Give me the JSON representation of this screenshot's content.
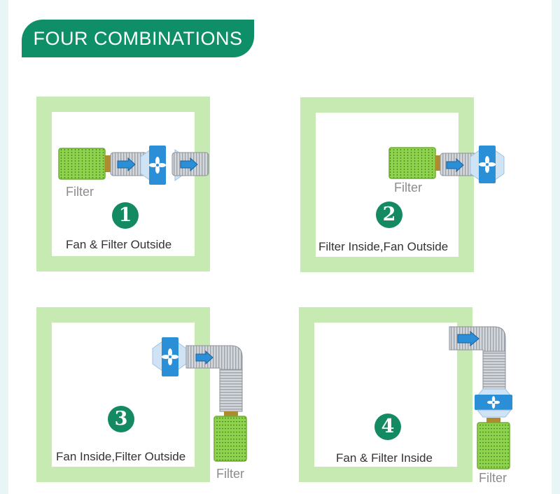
{
  "banner": {
    "title": "FOUR COMBINATIONS"
  },
  "colors": {
    "brand": "#0e8f67",
    "panel_border": "#c7eab2",
    "fan": "#2a8fd6",
    "filter": "#8fd24c"
  },
  "combinations": [
    {
      "number": "1",
      "caption": "Fan & Filter Outside",
      "filter_label": "Filter"
    },
    {
      "number": "2",
      "caption": "Filter Inside,Fan Outside",
      "filter_label": "Filter"
    },
    {
      "number": "3",
      "caption": "Fan Inside,Filter Outside",
      "filter_label": "Filter"
    },
    {
      "number": "4",
      "caption": "Fan & Filter Inside",
      "filter_label": "Filter"
    }
  ],
  "icons": [
    "fan-icon",
    "airflow-arrow-icon",
    "carbon-filter-icon",
    "duct-icon"
  ]
}
